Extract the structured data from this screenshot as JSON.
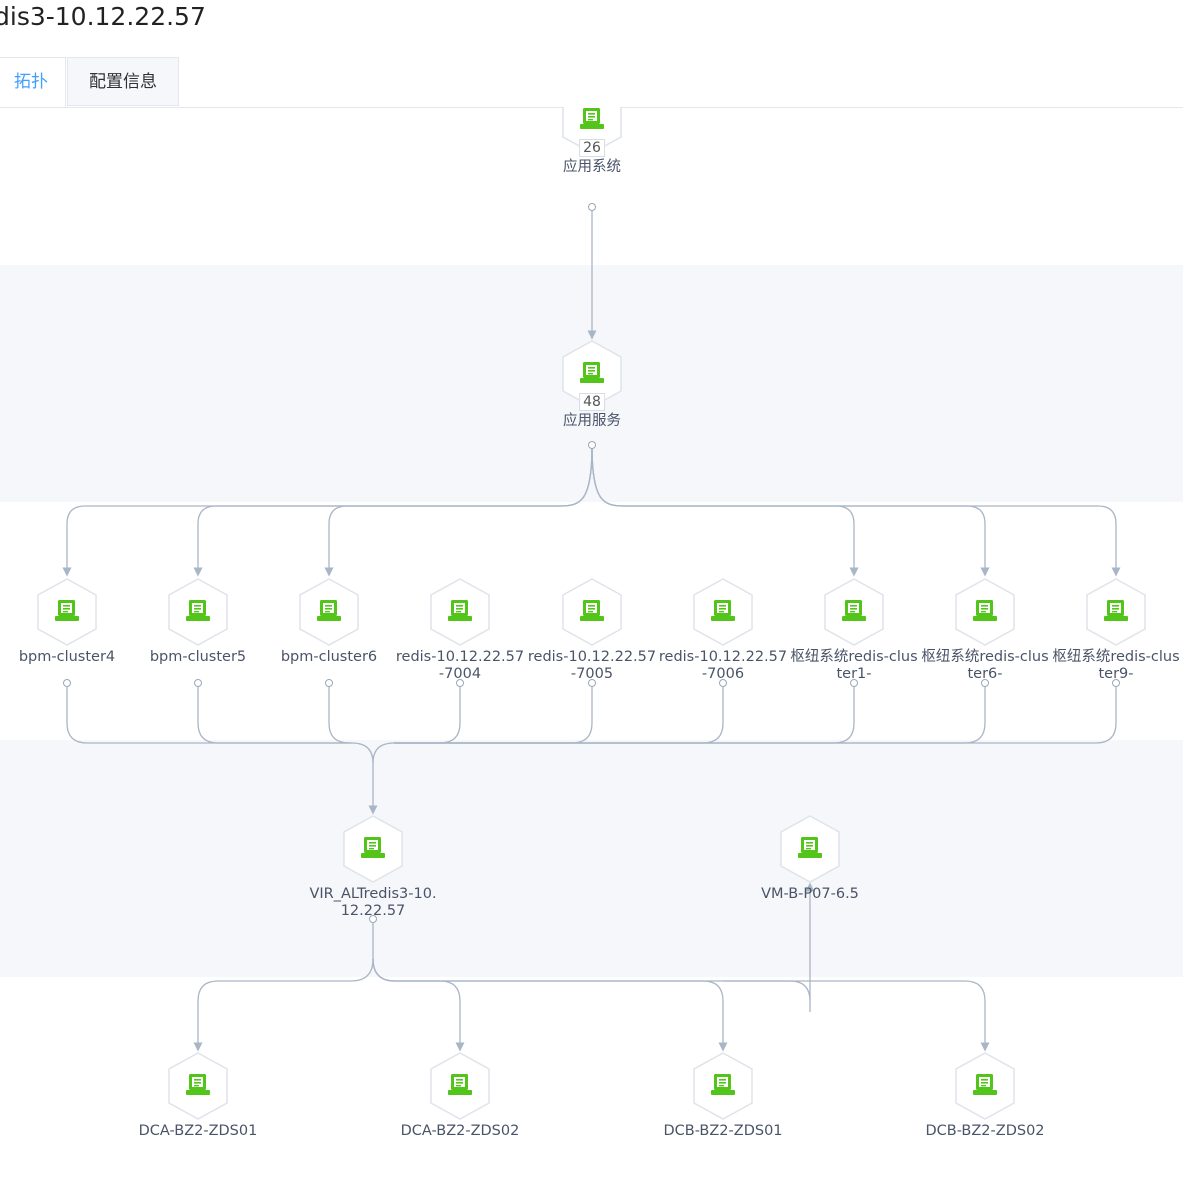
{
  "page": {
    "title": "dis3-10.12.22.57"
  },
  "tabs": [
    {
      "label": "拓扑",
      "active": true
    },
    {
      "label": "配置信息",
      "active": false
    }
  ],
  "colors": {
    "accent": "#409eff",
    "icon": "#52c41a",
    "edge": "#a9b6c6",
    "band": "#f5f7fa"
  },
  "nodes": [
    {
      "id": "app-system",
      "label": "应用系统",
      "count": "26",
      "icon": "server-icon"
    },
    {
      "id": "app-service",
      "label": "应用服务",
      "count": "48",
      "icon": "server-icon"
    },
    {
      "id": "bpm-cluster4",
      "label": "bpm-cluster4",
      "icon": "server-icon"
    },
    {
      "id": "bpm-cluster5",
      "label": "bpm-cluster5",
      "icon": "server-icon"
    },
    {
      "id": "bpm-cluster6",
      "label": "bpm-cluster6",
      "icon": "server-icon"
    },
    {
      "id": "redis-7004",
      "label": "redis-10.12.22.57-7004",
      "icon": "server-icon"
    },
    {
      "id": "redis-7005",
      "label": "redis-10.12.22.57-7005",
      "icon": "server-icon"
    },
    {
      "id": "redis-7006",
      "label": "redis-10.12.22.57-7006",
      "icon": "server-icon"
    },
    {
      "id": "hub-cluster1",
      "label": "枢纽系统redis-cluster1-",
      "icon": "server-icon"
    },
    {
      "id": "hub-cluster6",
      "label": "枢纽系统redis-cluster6-",
      "icon": "server-icon"
    },
    {
      "id": "hub-cluster9",
      "label": "枢纽系统redis-cluster9-",
      "icon": "server-icon"
    },
    {
      "id": "vir-altredis3",
      "label": "VIR_ALTredis3-10.12.22.57",
      "icon": "server-icon"
    },
    {
      "id": "vm-b-p07",
      "label": "VM-B-P07-6.5",
      "icon": "server-icon"
    },
    {
      "id": "dca-zds01",
      "label": "DCA-BZ2-ZDS01",
      "icon": "server-icon"
    },
    {
      "id": "dca-zds02",
      "label": "DCA-BZ2-ZDS02",
      "icon": "server-icon"
    },
    {
      "id": "dcb-zds01",
      "label": "DCB-BZ2-ZDS01",
      "icon": "server-icon"
    },
    {
      "id": "dcb-zds02",
      "label": "DCB-BZ2-ZDS02",
      "icon": "server-icon"
    }
  ]
}
